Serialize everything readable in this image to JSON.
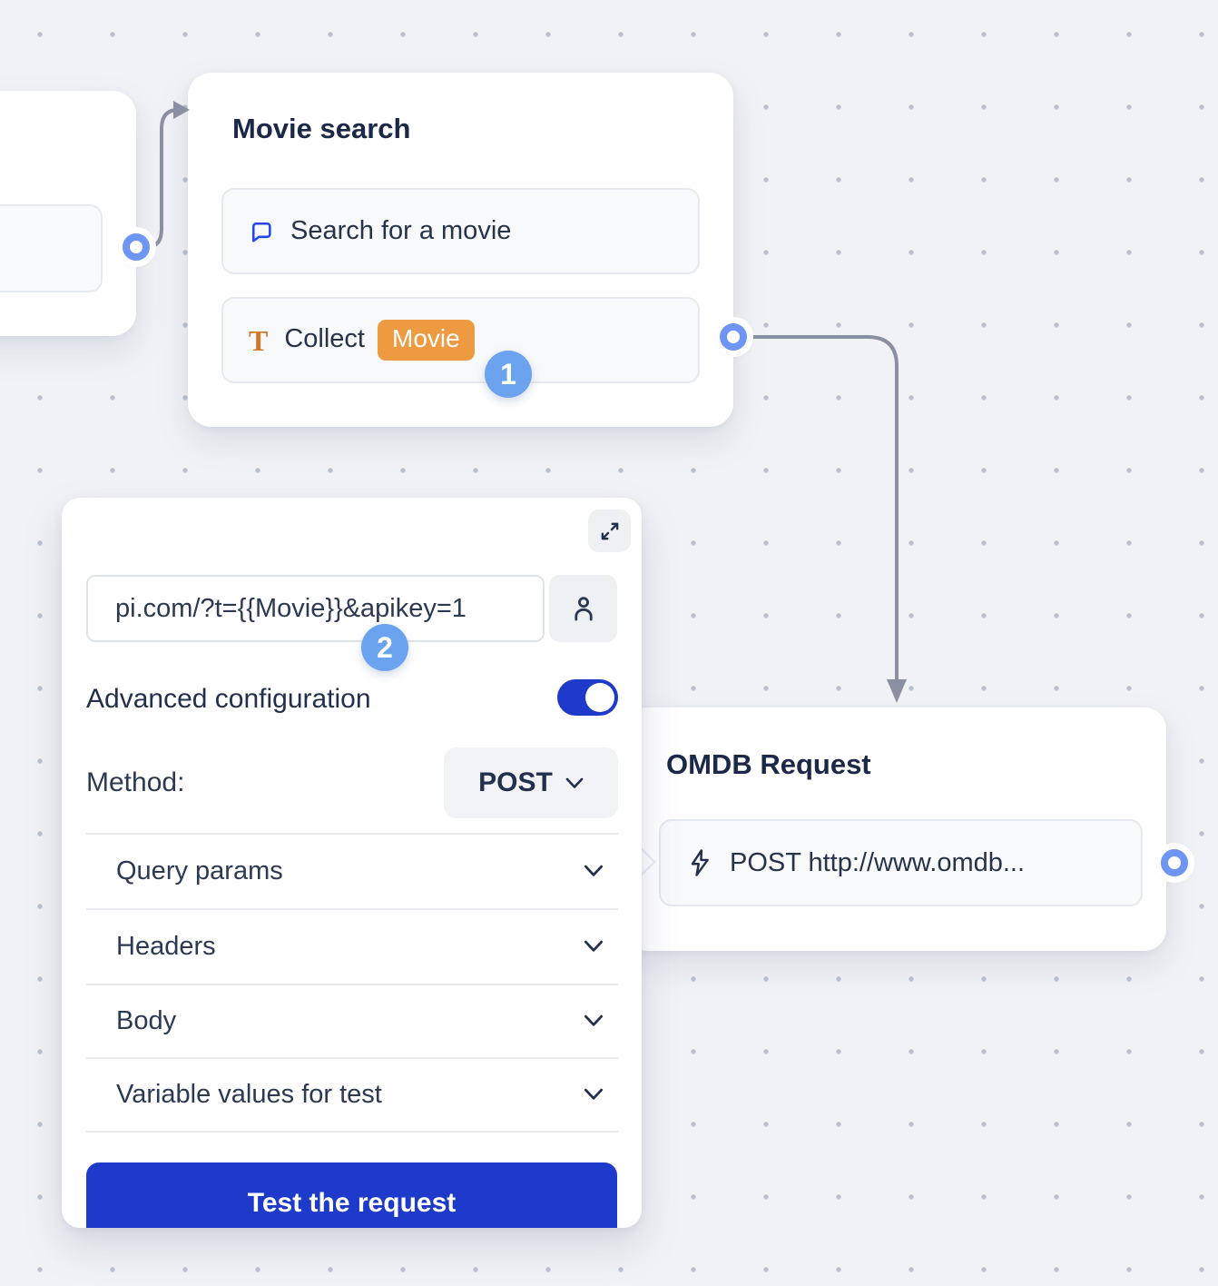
{
  "annotations": [
    {
      "label": "1"
    },
    {
      "label": "2"
    }
  ],
  "nodes": {
    "previous_partial": {
      "note": "partially visible node card at left edge"
    },
    "movie_search": {
      "title": "Movie search",
      "items": [
        {
          "icon": "chat-bubble-icon",
          "label": "Search for a movie"
        },
        {
          "icon": "text-collect-icon",
          "icon_glyph": "T",
          "label": "Collect",
          "chip": "Movie"
        }
      ]
    },
    "omdb_request": {
      "title": "OMDB Request",
      "item": {
        "icon": "lightning-icon",
        "label": "POST http://www.omdb..."
      }
    }
  },
  "panel": {
    "expand_icon": "expand-icon",
    "url_input": {
      "value": "pi.com/?t={{Movie}}&apikey=1"
    },
    "person_icon": "person-icon",
    "advanced_configuration_label": "Advanced configuration",
    "advanced_configuration_enabled": true,
    "method_label": "Method:",
    "method_value": "POST",
    "sections": [
      {
        "label": "Query params"
      },
      {
        "label": "Headers"
      },
      {
        "label": "Body"
      },
      {
        "label": "Variable values for test"
      }
    ],
    "test_button_label": "Test the request"
  },
  "colors": {
    "primary_blue": "#1e3acb",
    "accent_blue": "#2547f1",
    "badge_blue": "#6ba3ef",
    "port_blue": "#6e95f3",
    "chip_orange": "#ee9a40",
    "icon_orange": "#d0792a",
    "connector_gray": "#8a90a1",
    "background": "#f1f2f6"
  }
}
